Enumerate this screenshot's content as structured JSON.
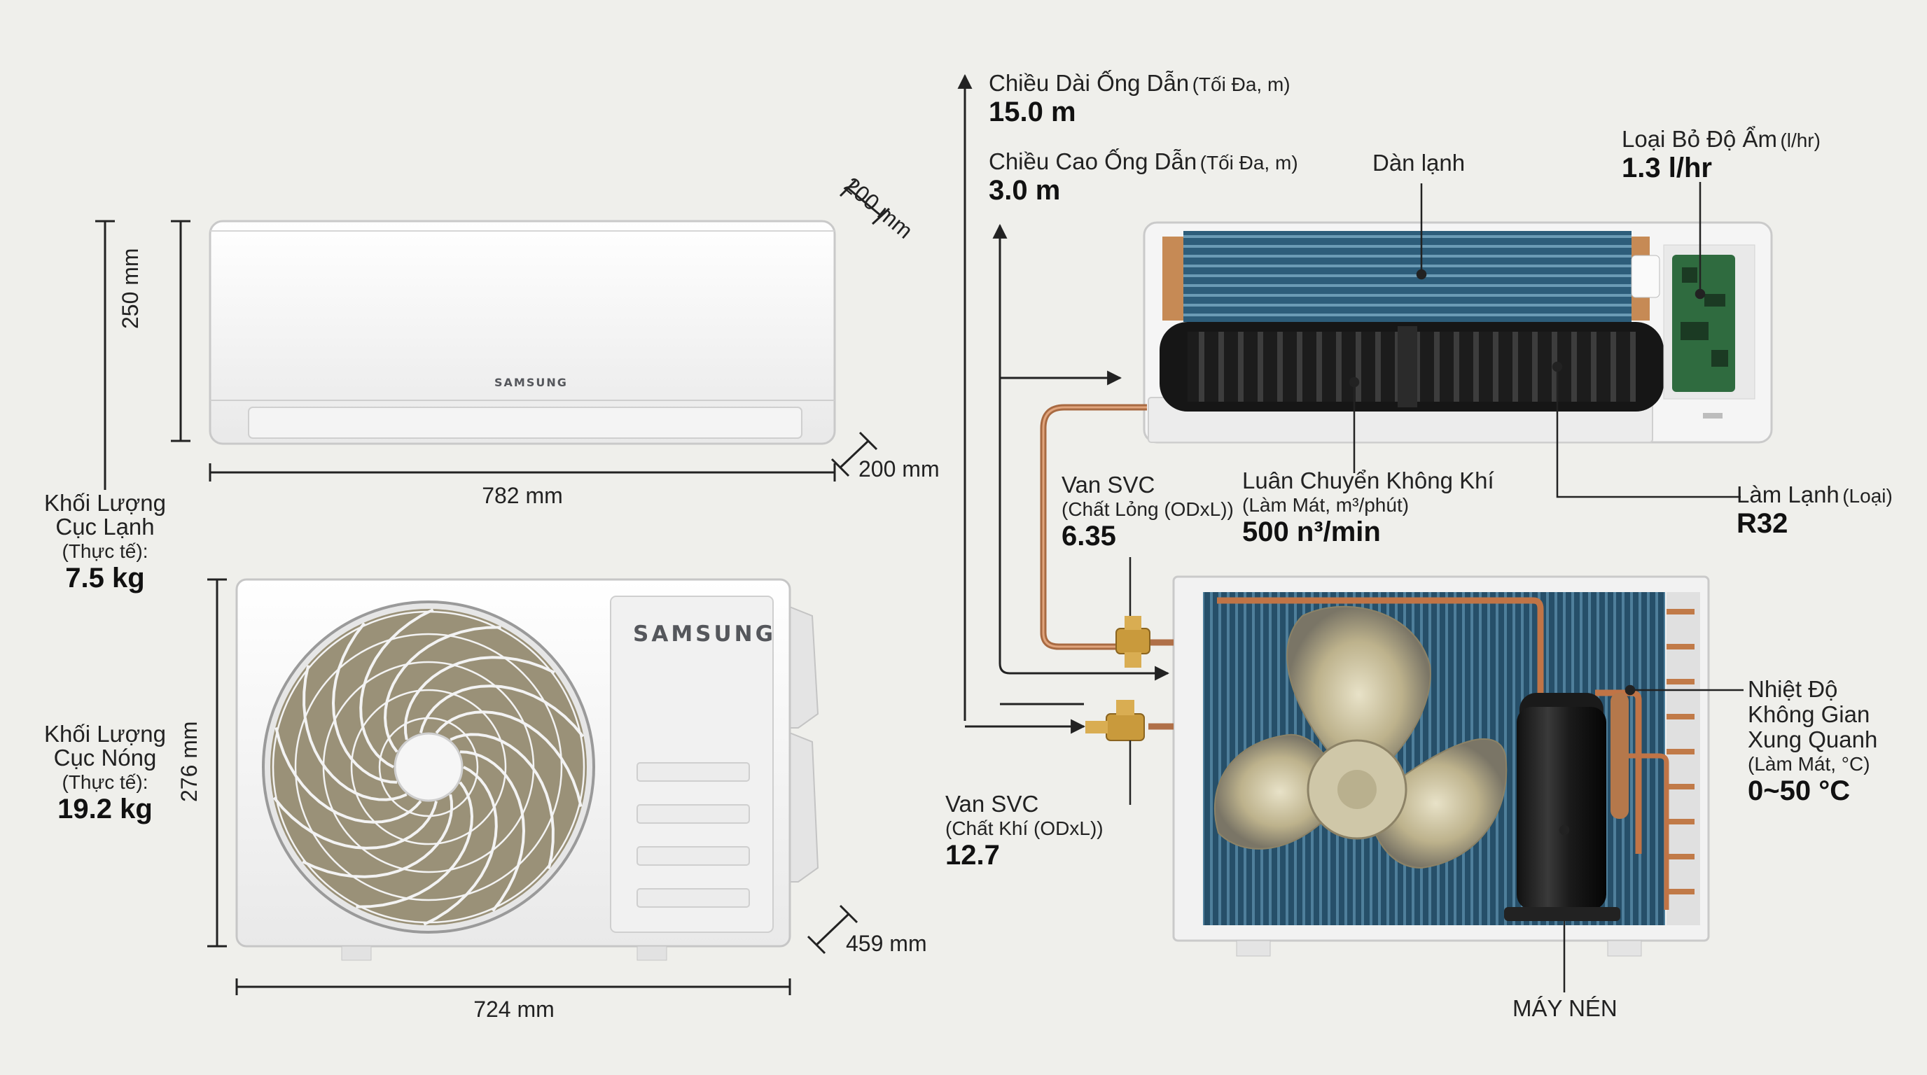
{
  "indoor_dims": {
    "height": "250 mm",
    "width": "782 mm",
    "depth_top": "200 mm",
    "depth_side": "200 mm"
  },
  "outdoor_dims": {
    "height": "276 mm",
    "width": "724 mm",
    "depth": "459 mm"
  },
  "weight_indoor": {
    "line1": "Khối Lượng",
    "line2": "Cục Lạnh",
    "line3": "(Thực tế):",
    "value": "7.5 kg"
  },
  "weight_outdoor": {
    "line1": "Khối Lượng",
    "line2": "Cục Nóng",
    "line3": "(Thực tế):",
    "value": "19.2 kg"
  },
  "brand": "SAMSUNG",
  "pipe_length": {
    "label": "Chiều Dài Ống Dẫn",
    "unit": "(Tối Đa, m)",
    "value": "15.0 m"
  },
  "pipe_height": {
    "label": "Chiều Cao Ống Dẫn",
    "unit": "(Tối Đa, m)",
    "value": "3.0 m"
  },
  "coil": {
    "label": "Dàn lạnh"
  },
  "dehumid": {
    "label": "Loại Bỏ Độ Ẩm",
    "unit": "(l/hr)",
    "value": "1.3 l/hr"
  },
  "airflow": {
    "label": "Luân Chuyển Không Khí",
    "unit": "(Làm Mát, m³/phút)",
    "value": "500 n³/min"
  },
  "refrigerant": {
    "label": "Làm Lạnh",
    "unit": "(Loại)",
    "value": "R32"
  },
  "svc_liquid": {
    "label": "Van SVC",
    "unit": "(Chất Lỏng (ODxL))",
    "value": "6.35"
  },
  "svc_gas": {
    "label": "Van SVC",
    "unit": "(Chất Khí (ODxL))",
    "value": "12.7"
  },
  "ambient": {
    "line1": "Nhiệt Độ",
    "line2": "Không Gian",
    "line3": "Xung Quanh",
    "unit": "(Làm Mát, °C)",
    "value": "0~50 °C"
  },
  "compressor": {
    "label": "MÁY NÉN"
  }
}
